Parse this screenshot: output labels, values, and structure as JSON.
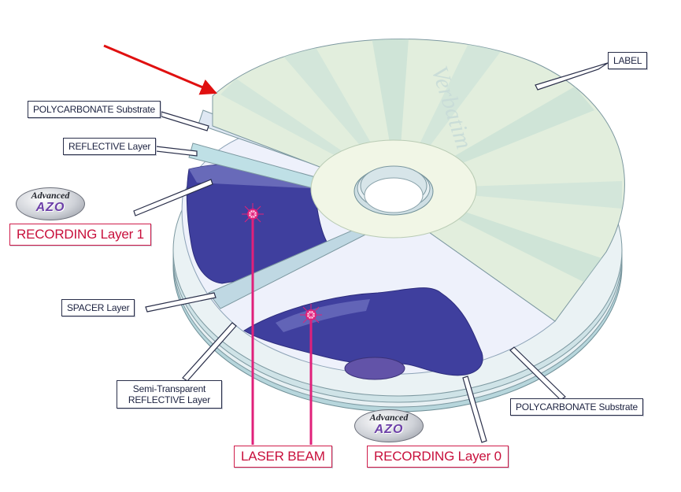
{
  "labels": {
    "label": "LABEL",
    "polycarbonate_top": "POLYCARBONATE Substrate",
    "reflective": "REFLECTIVE Layer",
    "recording_layer_1": "RECORDING Layer 1",
    "spacer": "SPACER Layer",
    "semi_transparent_line1": "Semi-Transparent",
    "semi_transparent_line2": "REFLECTIVE Layer",
    "laser_beam": "LASER BEAM",
    "recording_layer_0": "RECORDING Layer 0",
    "polycarbonate_bottom": "POLYCARBONATE Substrate"
  },
  "badges": {
    "top": {
      "line1": "Advanced",
      "line2": "AZO"
    },
    "bottom": {
      "line1": "Advanced",
      "line2": "AZO"
    }
  },
  "disc_brand": "Verbatim",
  "colors": {
    "label_surface": "#e2eedd",
    "recording_dye": "#3f3f9e",
    "laser": "#e0207a",
    "arrow": "#e01010",
    "label_border": "#2a2f4a",
    "accent_red": "#d01c4a"
  }
}
